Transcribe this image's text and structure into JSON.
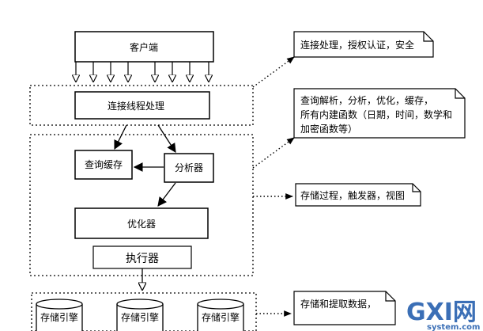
{
  "boxes": {
    "client": "客户端",
    "connection_thread": "连接线程处理",
    "query_cache": "查询缓存",
    "parser": "分析器",
    "optimizer": "优化器",
    "executor": "执行器",
    "storage_engines": [
      "存储引擎",
      "存储引擎",
      "存储引擎"
    ]
  },
  "notes": {
    "connection": "连接处理，授权认证，安全",
    "parsing_lines": [
      "查询解析，分析，优化，缓存，",
      "所有内建函数（日期，时间，数学和",
      "加密函数等）"
    ],
    "procedures": "存储过程，触发器，视图",
    "storage": "存储和提取数据，"
  },
  "watermark": {
    "logo": "GXI网",
    "site": "system.com"
  }
}
